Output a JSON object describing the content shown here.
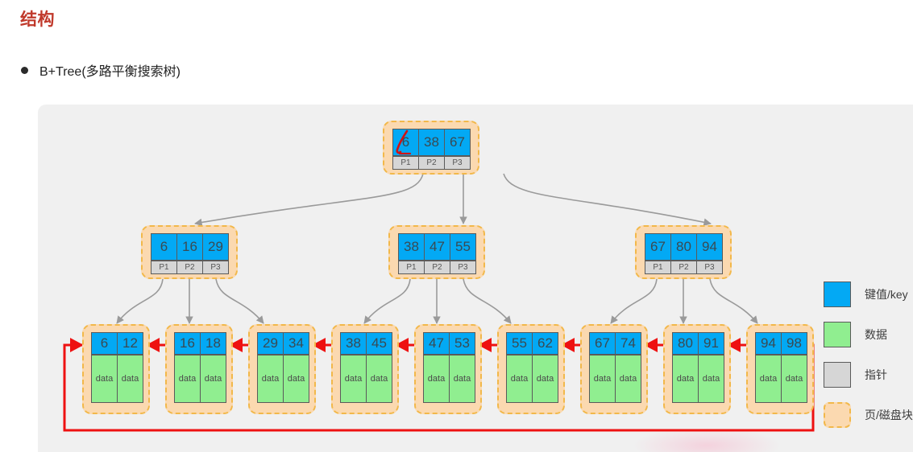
{
  "heading": "结构",
  "bullet": {
    "marker": "bullet-dot",
    "text": "B+Tree(多路平衡搜索树)"
  },
  "colors": {
    "heading": "#c0392b",
    "key": "#03a9f4",
    "data": "#90ee90",
    "pointer": "#d6d6d6",
    "page": "#fbd9b0",
    "page_border": "#f2b84a",
    "link_arrow": "#ee1111",
    "tree_arrow": "#9a9a9a",
    "panel_bg": "#f0f0f0"
  },
  "tree": {
    "root": {
      "keys": [
        "6",
        "38",
        "67"
      ],
      "pointers": [
        "P1",
        "P2",
        "P3"
      ],
      "annotation": "red-scribble-on-first-key"
    },
    "internal": [
      {
        "keys": [
          "6",
          "16",
          "29"
        ],
        "pointers": [
          "P1",
          "P2",
          "P3"
        ]
      },
      {
        "keys": [
          "38",
          "47",
          "55"
        ],
        "pointers": [
          "P1",
          "P2",
          "P3"
        ]
      },
      {
        "keys": [
          "67",
          "80",
          "94"
        ],
        "pointers": [
          "P1",
          "P2",
          "P3"
        ]
      }
    ],
    "leaves": [
      {
        "keys": [
          "6",
          "12"
        ],
        "data": [
          "data",
          "data"
        ]
      },
      {
        "keys": [
          "16",
          "18"
        ],
        "data": [
          "data",
          "data"
        ]
      },
      {
        "keys": [
          "29",
          "34"
        ],
        "data": [
          "data",
          "data"
        ]
      },
      {
        "keys": [
          "38",
          "45"
        ],
        "data": [
          "data",
          "data"
        ]
      },
      {
        "keys": [
          "47",
          "53"
        ],
        "data": [
          "data",
          "data"
        ]
      },
      {
        "keys": [
          "55",
          "62"
        ],
        "data": [
          "data",
          "data"
        ]
      },
      {
        "keys": [
          "67",
          "74"
        ],
        "data": [
          "data",
          "data"
        ]
      },
      {
        "keys": [
          "80",
          "91"
        ],
        "data": [
          "data",
          "data"
        ]
      },
      {
        "keys": [
          "94",
          "98"
        ],
        "data": [
          "data",
          "data"
        ]
      }
    ]
  },
  "legend": {
    "items": [
      {
        "swatch": "key-swatch",
        "label": "键值/key"
      },
      {
        "swatch": "data-swatch",
        "label": "数据"
      },
      {
        "swatch": "pointer-swatch",
        "label": "指针"
      },
      {
        "swatch": "page-swatch",
        "label": "页/磁盘块"
      }
    ]
  }
}
